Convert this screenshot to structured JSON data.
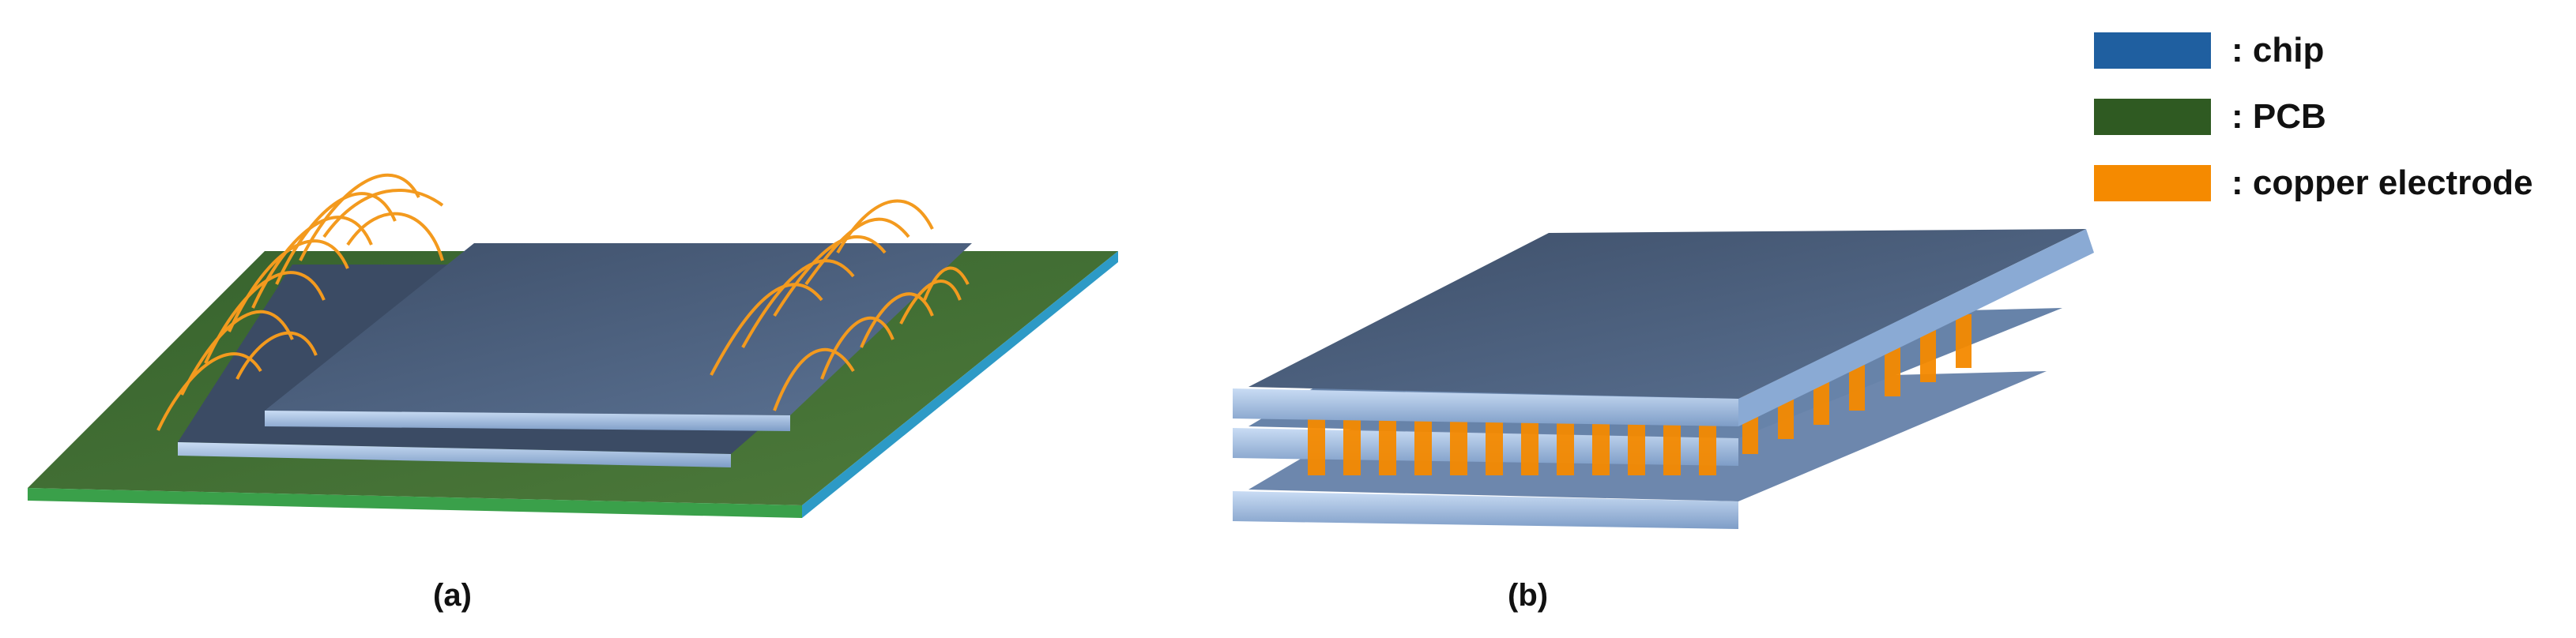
{
  "legend": [
    {
      "label": ": chip",
      "color": "#1f5fa0"
    },
    {
      "label": ": PCB",
      "color": "#2f5a22"
    },
    {
      "label": ": copper electrode",
      "color": "#f58a00"
    }
  ],
  "captions": {
    "a": "(a)",
    "b": "(b)"
  },
  "colors": {
    "chip_top": "#4f6482",
    "chip_edge": "#9ebde6",
    "pcb_top": "#3f6a32",
    "pcb_edge": "#3aa04a",
    "wire": "#f39a1e",
    "pillar": "#f58a00"
  }
}
